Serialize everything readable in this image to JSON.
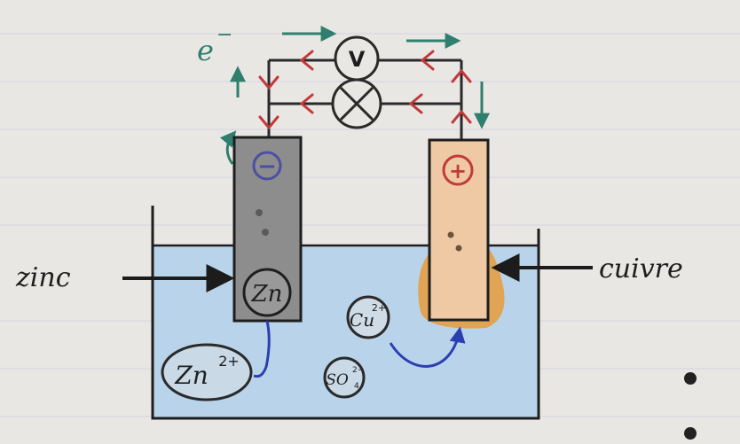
{
  "labels": {
    "electron": "e",
    "electron_sup": "−",
    "voltmeter": "V",
    "anode_sign": "−",
    "cathode_sign": "+",
    "zinc": "zinc",
    "cuivre": "cuivre",
    "zn_electrode": "Zn",
    "zn_ion": "Zn",
    "zn_ion_charge": "2+",
    "cu_ion": "Cu",
    "cu_ion_charge": "2+",
    "sulfate": "SO",
    "sulfate_sub": "4",
    "sulfate_charge": "2−"
  },
  "colors": {
    "paper": "#e9e7e4",
    "wire": "#2a2a2a",
    "current_arrows": "#c23a3a",
    "electron_arrows": "#2f7f6e",
    "solution": "#b9d4ea",
    "zinc_plate": "#8d8d8d",
    "copper_plate": "#eec9a3",
    "copper_deposit": "#e79a3a",
    "ion_path": "#2c3fb0",
    "minus_circle": "#4c4fa3",
    "plus_circle": "#c23a3a"
  },
  "icons": {
    "voltmeter": "voltmeter-symbol",
    "lamp": "lamp-cross-symbol"
  }
}
